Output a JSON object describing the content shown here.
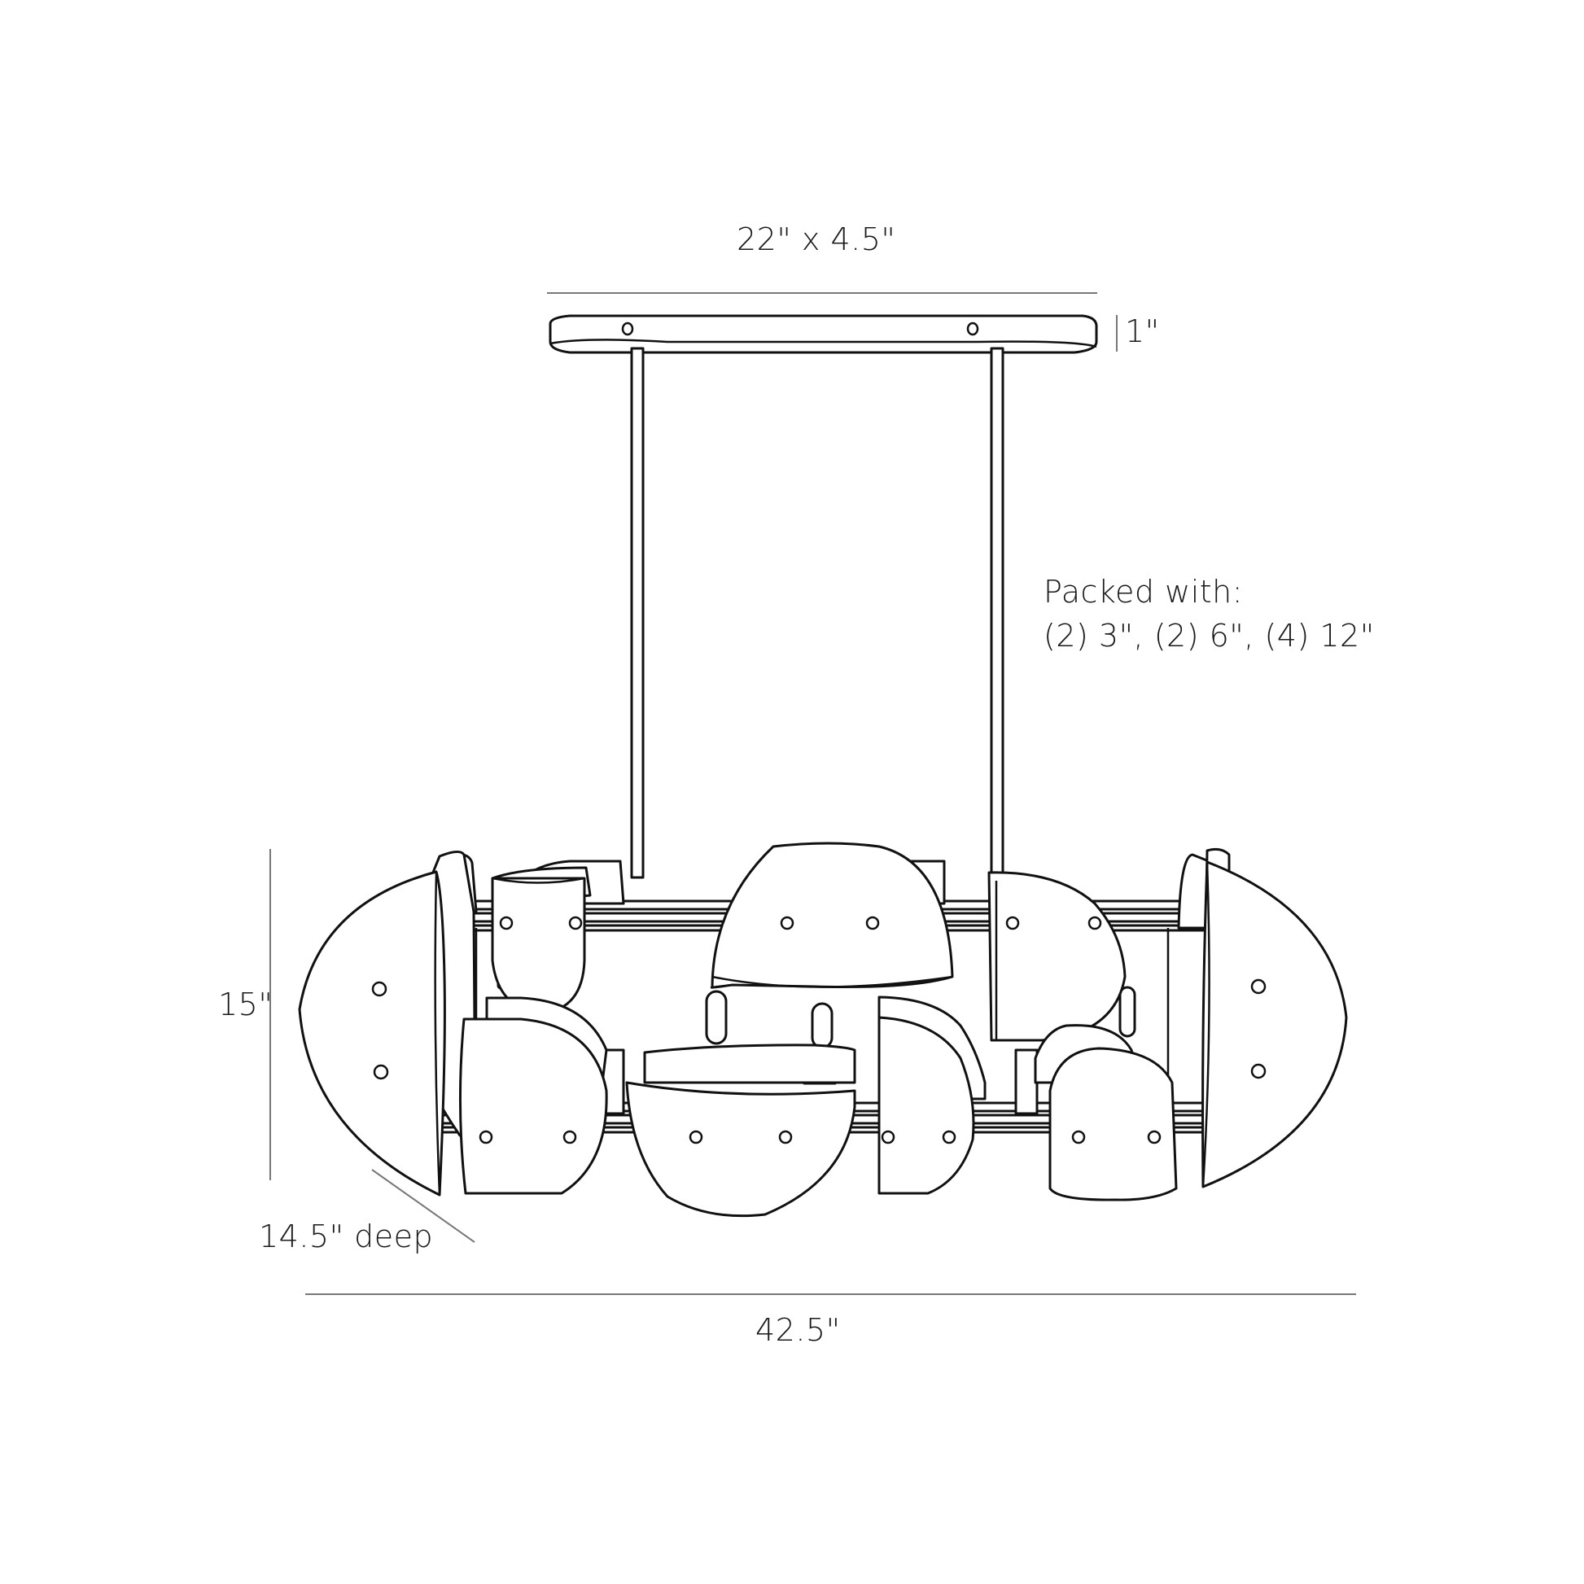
{
  "diagram": {
    "subject": "Linear chandelier with hemispherical shades",
    "dimensions": {
      "canopy": "22\" x 4.5\"",
      "canopy_height": "1\"",
      "fixture_height": "15\"",
      "depth": "14.5\" deep",
      "overall_width": "42.5\""
    },
    "note": {
      "title": "Packed with:",
      "contents": "(2) 3\", (2) 6\", (4) 12\""
    },
    "colors": {
      "line": "#111111",
      "dimension_line": "#777777",
      "background": "#ffffff"
    }
  }
}
